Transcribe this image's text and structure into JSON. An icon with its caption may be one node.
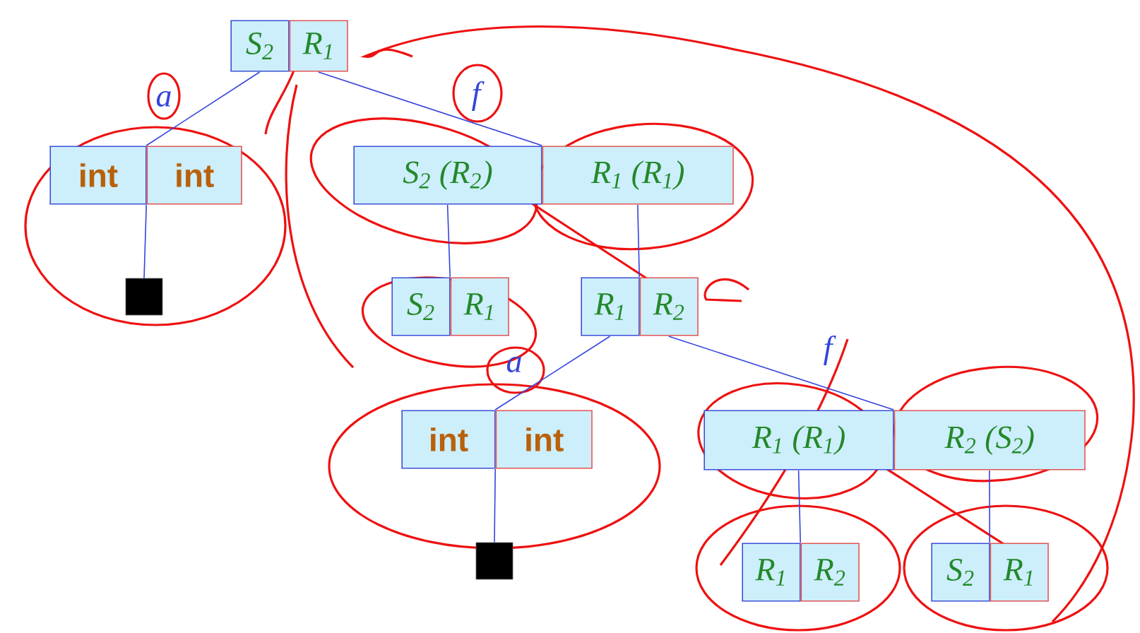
{
  "diagram": {
    "nodes": [
      {
        "text": [
          "S$_{2}$",
          "R$_{1}$"
        ]
      },
      {
        "text": [
          "int",
          "int"
        ]
      },
      {
        "text": [],
        "shape": "box"
      },
      {
        "text": [
          "S$_{2}$ (R$_{2}$)",
          "R$_{1}$ (R$_{1}$)"
        ]
      },
      {
        "text": [
          "S$_{2}$",
          "R$_{1}$"
        ]
      },
      {
        "text": [
          "R$_{1}$",
          "R$_{2}$"
        ]
      },
      {
        "text": [
          "int",
          "int"
        ]
      },
      {
        "text": [],
        "shape": "box"
      },
      {
        "text": [
          "R$_{1}$ (R$_{1}$)",
          "R$_{2}$ (S$_{2}$)"
        ]
      },
      {
        "text": [
          "R$_{1}$",
          "R$_{2}$"
        ]
      },
      {
        "text": [
          "S$_{2}$",
          "R$_{1}$"
        ]
      }
    ],
    "edges": [
      {
        "from": 0,
        "to": 1,
        "arrow": "none",
        "label": "a"
      },
      {
        "from": 0,
        "to": 3,
        "arrow": "none",
        "label": "f"
      },
      {
        "from": 1,
        "to": 2,
        "arrow": "none"
      },
      {
        "from": 3,
        "to": 4,
        "arrow": "none"
      },
      {
        "from": 3,
        "to": 5,
        "arrow": "none"
      },
      {
        "from": 5,
        "to": 6,
        "arrow": "none",
        "label": "a"
      },
      {
        "from": 5,
        "to": 8,
        "arrow": "none",
        "label": "f"
      },
      {
        "from": 6,
        "to": 7,
        "arrow": "none"
      },
      {
        "from": 8,
        "to": 9,
        "arrow": "none"
      },
      {
        "from": 8,
        "to": 10,
        "arrow": "none"
      }
    ]
  }
}
